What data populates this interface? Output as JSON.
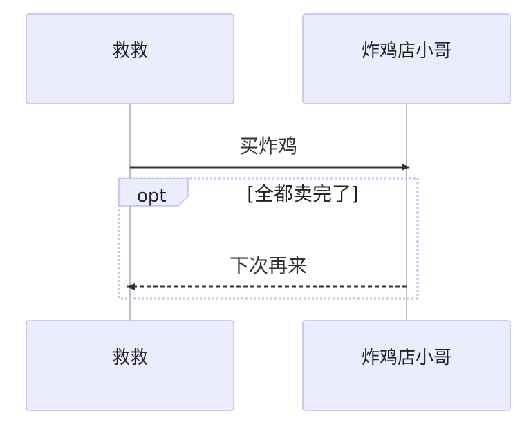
{
  "actors": [
    {
      "name": "救救"
    },
    {
      "name": "炸鸡店小哥"
    }
  ],
  "messages": [
    {
      "from": "救救",
      "to": "炸鸡店小哥",
      "text": "买炸鸡",
      "style": "solid"
    },
    {
      "from": "炸鸡店小哥",
      "to": "救救",
      "text": "下次再来",
      "style": "dotted"
    }
  ],
  "opt_block": {
    "keyword": "opt",
    "condition": "[全都卖完了]"
  },
  "colors": {
    "actor_fill": "#ECECFF",
    "actor_stroke": "#C4BCEB",
    "lifeline": "#A8A8A8",
    "message_line": "#333333",
    "opt_frame": "#C8BDEA"
  }
}
